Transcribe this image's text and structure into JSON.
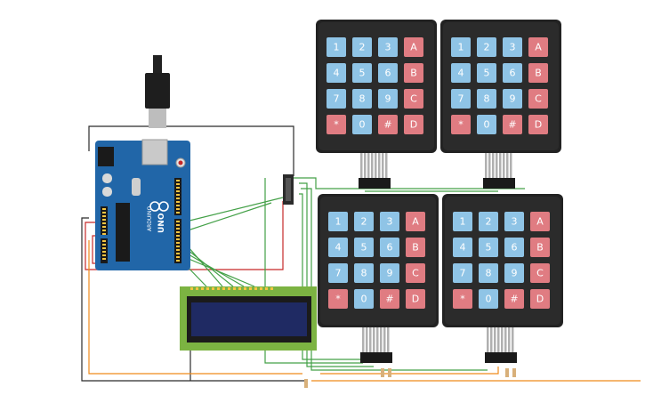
{
  "arduino": {
    "brand": "ARDUINO",
    "model": "UNO"
  },
  "keypad": {
    "keys": [
      "1",
      "2",
      "3",
      "A",
      "4",
      "5",
      "6",
      "B",
      "7",
      "8",
      "9",
      "C",
      "*",
      "0",
      "#",
      "D"
    ],
    "number_key_color": "#8fc4e6",
    "letter_key_color": "#e07c82",
    "body_color": "#2b2b2b"
  },
  "lcd": {
    "board_color": "#7cb342",
    "screen_color": "#1f2a63"
  },
  "wire_colors": {
    "ground": "#2b2b2b",
    "power": "#c62828",
    "signal": "#43a047",
    "aux": "#ef8a1a"
  }
}
